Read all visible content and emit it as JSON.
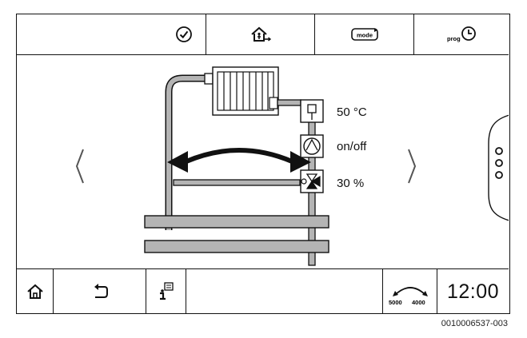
{
  "top_bar": {
    "items": [
      {
        "name": "confirm-icon"
      },
      {
        "name": "house-person-icon"
      },
      {
        "name": "mode-icon",
        "label": "mode"
      },
      {
        "name": "program-clock-icon",
        "label": "prog"
      }
    ]
  },
  "main": {
    "nav_left_icon": "chevron-left-icon",
    "nav_right_icon": "chevron-right-icon",
    "side_menu_icon": "three-dots-vertical-icon",
    "values": {
      "temperature": "50 °C",
      "pump": "on/off",
      "mixer": "30 %"
    }
  },
  "bottom_bar": {
    "home_icon": "home-icon",
    "back_icon": "back-arrow-icon",
    "info_icon": "info-icon",
    "gauge": {
      "low": "5000",
      "high": "4000"
    },
    "time": "12:00"
  },
  "footer": {
    "code": "0010006537-003"
  }
}
